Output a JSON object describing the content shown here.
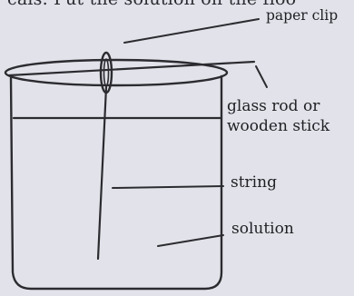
{
  "top_text": "cals. Put the solution on the floo",
  "labels": {
    "paper_clip": "paper clip",
    "rod_line1": "glass rod or",
    "rod_line2": "wooden stick",
    "string": "string",
    "solution": "solution"
  },
  "colors": {
    "background": "#e2e3ea",
    "ink": "#1f1f24"
  }
}
